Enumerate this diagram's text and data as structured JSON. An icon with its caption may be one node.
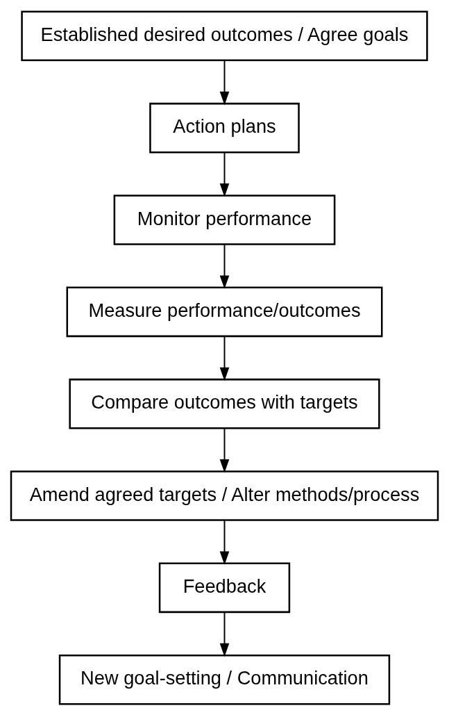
{
  "diagram": {
    "nodes": [
      {
        "text": [
          "Established desired outcomes / Agree goals"
        ]
      },
      {
        "text": [
          "Action plans"
        ]
      },
      {
        "text": [
          "Monitor performance"
        ]
      },
      {
        "text": [
          "Measure performance/outcomes"
        ]
      },
      {
        "text": [
          "Compare outcomes with targets"
        ]
      },
      {
        "text": [
          "Amend agreed targets / Alter methods/process"
        ]
      },
      {
        "text": [
          "Feedback"
        ]
      },
      {
        "text": [
          "New goal-setting / Communication"
        ]
      }
    ],
    "edges": [
      {
        "from": 0,
        "to": 1,
        "arrow": "to"
      },
      {
        "from": 1,
        "to": 2,
        "arrow": "to"
      },
      {
        "from": 2,
        "to": 3,
        "arrow": "to"
      },
      {
        "from": 3,
        "to": 4,
        "arrow": "to"
      },
      {
        "from": 4,
        "to": 5,
        "arrow": "to"
      },
      {
        "from": 5,
        "to": 6,
        "arrow": "to"
      },
      {
        "from": 6,
        "to": 7,
        "arrow": "to"
      }
    ]
  }
}
